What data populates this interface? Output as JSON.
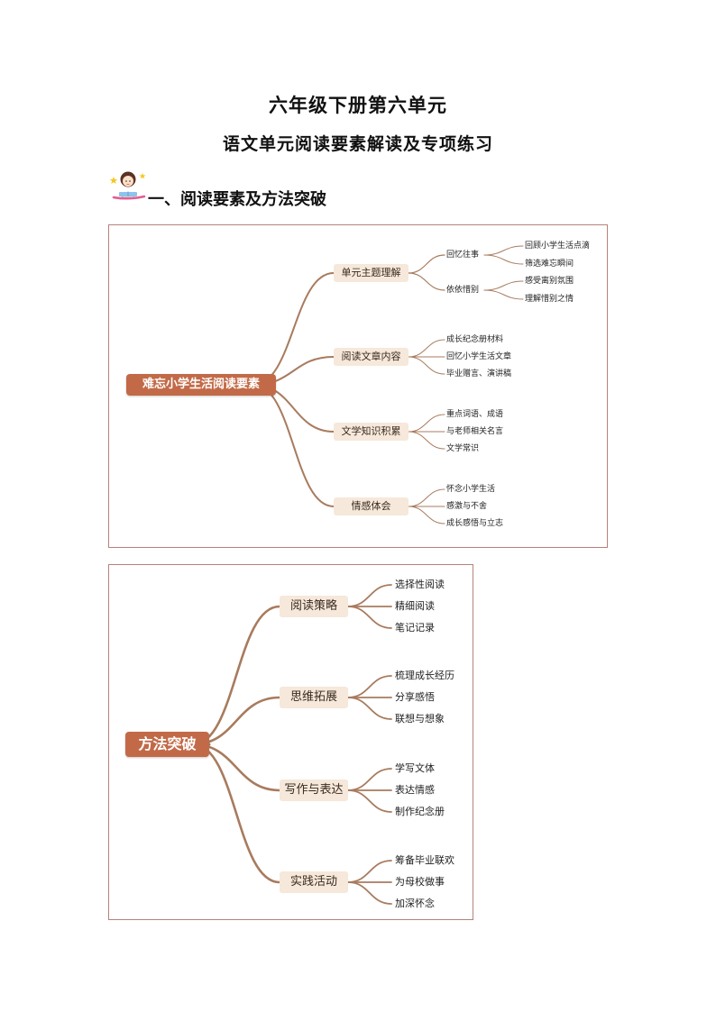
{
  "header": {
    "title": "六年级下册第六单元",
    "subtitle": "语文单元阅读要素解读及专项练习"
  },
  "section1": {
    "heading": "一、阅读要素及方法突破"
  },
  "map1": {
    "root": "难忘小学生活阅读要素",
    "branches": [
      {
        "label": "单元主题理解",
        "subbranches": [
          {
            "label": "回忆往事",
            "leaves": [
              "回顾小学生活点滴",
              "筛选难忘瞬间"
            ]
          },
          {
            "label": "依依惜别",
            "leaves": [
              "感受离别氛围",
              "理解惜别之情"
            ]
          }
        ]
      },
      {
        "label": "阅读文章内容",
        "leaves": [
          "成长纪念册材料",
          "回忆小学生活文章",
          "毕业赠言、演讲稿"
        ]
      },
      {
        "label": "文学知识积累",
        "leaves": [
          "重点词语、成语",
          "与老师相关名言",
          "文学常识"
        ]
      },
      {
        "label": "情感体会",
        "leaves": [
          "怀念小学生活",
          "感激与不舍",
          "成长感悟与立志"
        ]
      }
    ]
  },
  "map2": {
    "root": "方法突破",
    "branches": [
      {
        "label": "阅读策略",
        "leaves": [
          "选择性阅读",
          "精细阅读",
          "笔记记录"
        ]
      },
      {
        "label": "思维拓展",
        "leaves": [
          "梳理成长经历",
          "分享感悟",
          "联想与想象"
        ]
      },
      {
        "label": "写作与表达",
        "leaves": [
          "学写文体",
          "表达情感",
          "制作纪念册"
        ]
      },
      {
        "label": "实践活动",
        "leaves": [
          "筹备毕业联欢",
          "为母校做事",
          "加深怀念"
        ]
      }
    ]
  },
  "colors": {
    "root_bg": "#c26a48",
    "branch_bg": "#f6e8da",
    "connector": "#a87b5e",
    "frame": "#b5827a"
  },
  "icons": {
    "mascot": "girl-reading-mascot-icon"
  }
}
